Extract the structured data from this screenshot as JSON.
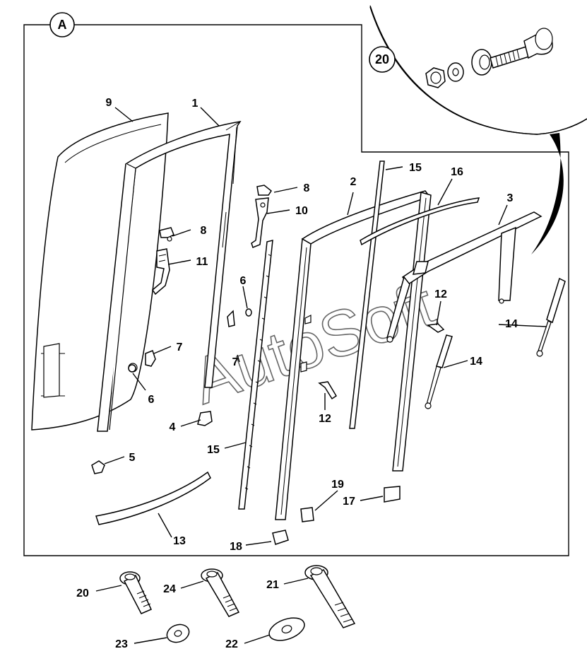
{
  "view_label": "A",
  "detail_label": "20",
  "watermark": "AutoSoft",
  "callouts": {
    "c1": "1",
    "c2": "2",
    "c3": "3",
    "c4": "4",
    "c5": "5",
    "c6a": "6",
    "c6b": "6",
    "c7a": "7",
    "c7b": "7",
    "c8a": "8",
    "c8b": "8",
    "c9": "9",
    "c10": "10",
    "c11": "11",
    "c12a": "12",
    "c12b": "12",
    "c13": "13",
    "c14a": "14",
    "c14b": "14",
    "c15a": "15",
    "c15b": "15",
    "c16": "16",
    "c17": "17",
    "c18": "18",
    "c19": "19",
    "c20": "20",
    "c21": "21",
    "c22": "22",
    "c23": "23",
    "c24": "24"
  }
}
